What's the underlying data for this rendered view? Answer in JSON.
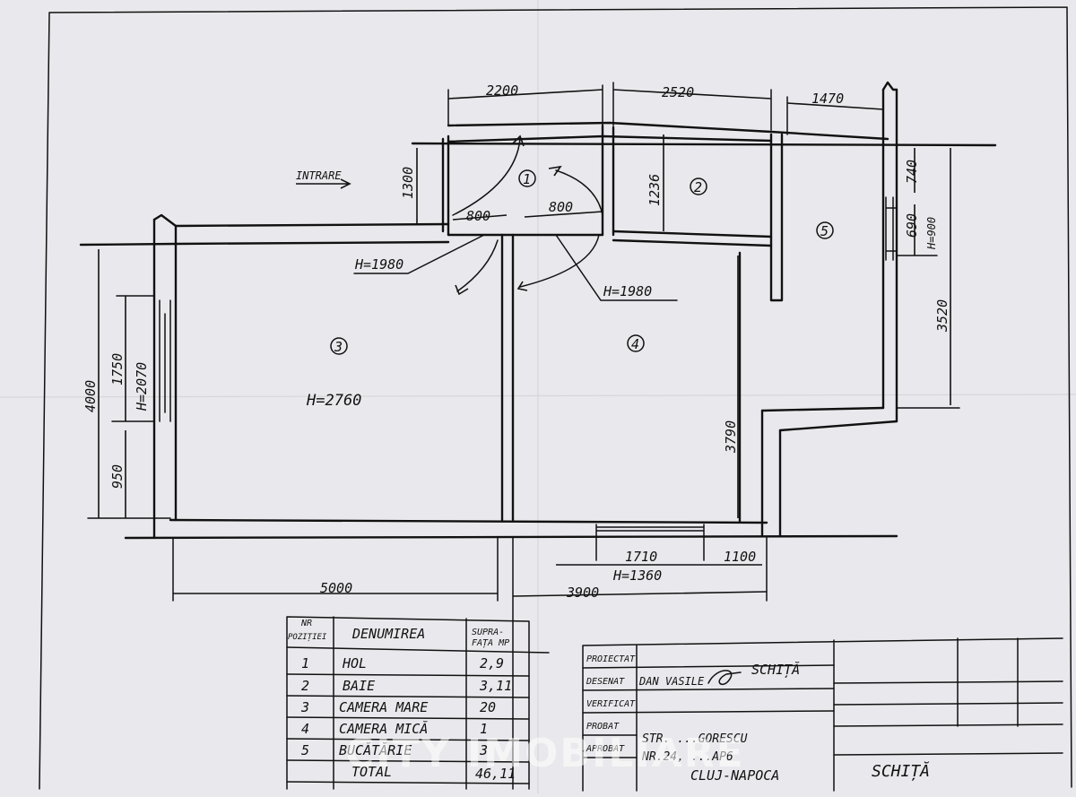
{
  "plan": {
    "entrance": "INTRARE",
    "rooms": [
      "1",
      "2",
      "3",
      "4",
      "5"
    ],
    "room3_height": "H=2760",
    "door_height_a": "H=1980",
    "door_height_b": "H=1980",
    "window_height_a": "H=2070",
    "window_height_b": "H=900",
    "window_height_c": "H=1360",
    "dims": {
      "d2200": "2200",
      "d2520": "2520",
      "d1470": "1470",
      "d1300": "1300",
      "d1236": "1236",
      "d800a": "800",
      "d800b": "800",
      "d740": "740",
      "d690": "690",
      "d3520": "3520",
      "d4000": "4000",
      "d1750": "1750",
      "d950": "950",
      "d3790": "3790",
      "d1710": "1710",
      "d1100": "1100",
      "d5000": "5000",
      "d3900": "3900"
    }
  },
  "legend": {
    "headers": {
      "nr1": "NR",
      "nr2": "POZIȚIEI",
      "name": "DENUMIREA",
      "area1": "SUPRA-",
      "area2": "FAȚA MP"
    },
    "rows": [
      {
        "nr": "1",
        "name": "HOL",
        "area": "2,9"
      },
      {
        "nr": "2",
        "name": "BAIE",
        "area": "3,11"
      },
      {
        "nr": "3",
        "name": "CAMERA MARE",
        "area": "20"
      },
      {
        "nr": "4",
        "name": "CAMERA MICĂ",
        "area": "1"
      },
      {
        "nr": "5",
        "name": "BUCĂTĂRIE",
        "area": "3"
      }
    ],
    "total_label": "TOTAL",
    "total_area": "46,11"
  },
  "title_block": {
    "roles": [
      "PROIECTAT",
      "DESENAT",
      "VERIFICAT",
      "PROBAT",
      "APROBAT"
    ],
    "drawn_by": "DAN VASILE",
    "sheet_small": "SCHIȚĂ",
    "address_1": "STR. ...GORESCU",
    "address_2": "NR.24, ...AP6",
    "city": "CLUJ-NAPOCA",
    "sheet_title": "SCHIȚĂ"
  },
  "watermark": "CITY IMOBILIARE"
}
